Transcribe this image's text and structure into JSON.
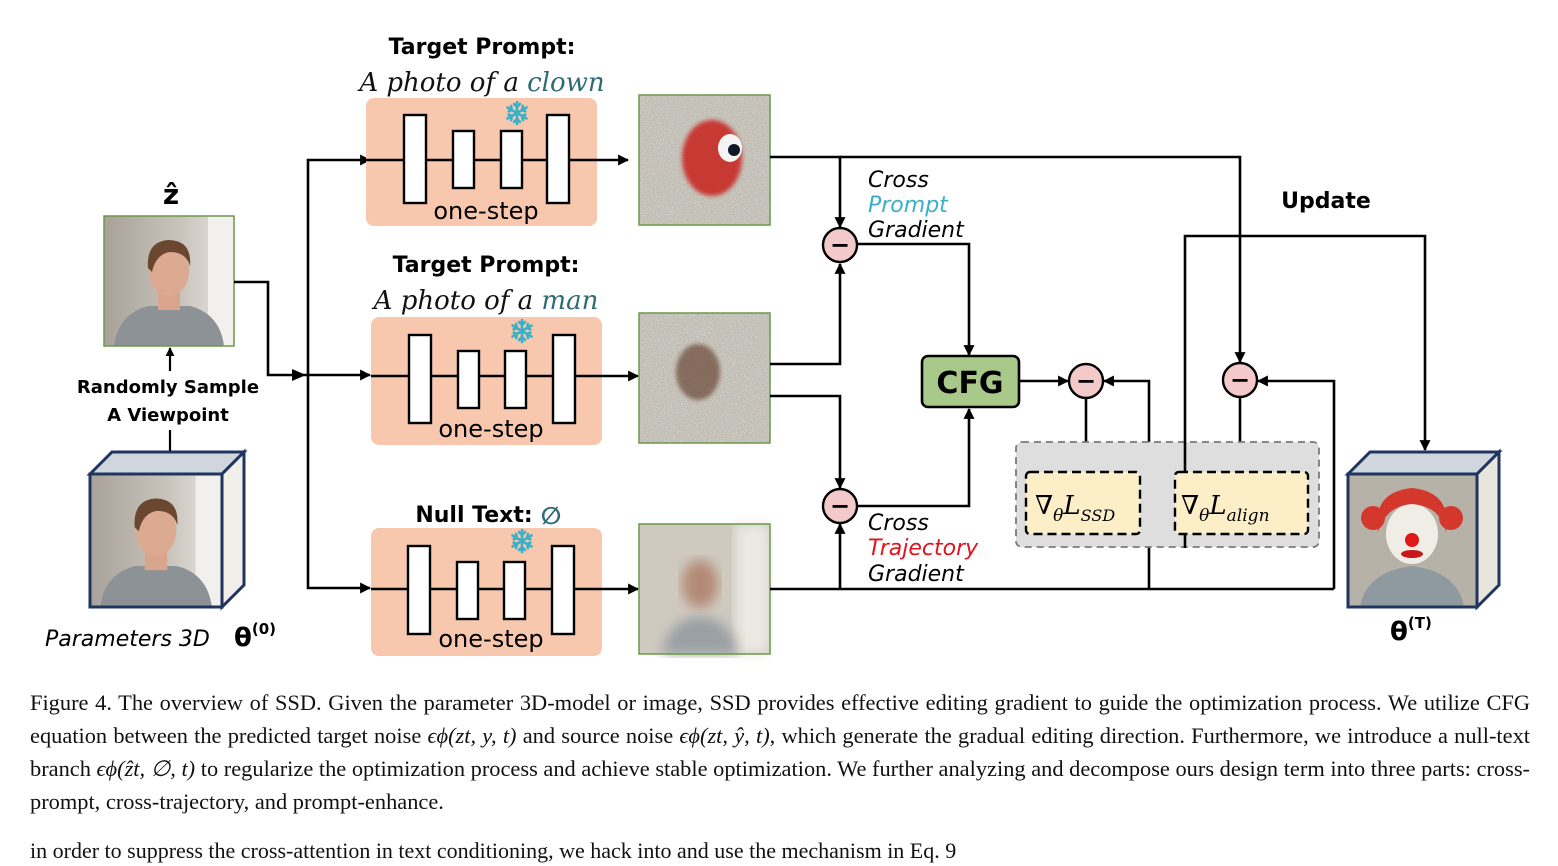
{
  "figure": {
    "branches": [
      {
        "heading": "Target Prompt:",
        "prompt_prefix": "A photo of a ",
        "prompt_word": "clown",
        "block_label": "one-step",
        "frozen_icon": "snowflake-icon"
      },
      {
        "heading": "Target Prompt:",
        "prompt_prefix": "A photo of a ",
        "prompt_word": "man",
        "block_label": "one-step",
        "frozen_icon": "snowflake-icon"
      },
      {
        "heading": "Null Text:",
        "prompt_word": "∅",
        "block_label": "one-step",
        "frozen_icon": "snowflake-icon"
      }
    ],
    "z_hat_label": "ẑ",
    "sample_label_line1": "Randomly Sample",
    "sample_label_line2": "A Viewpoint",
    "params_label": "Parameters 3D",
    "theta0_base": "θ",
    "theta0_sup": "(0)",
    "thetaT_base": "θ",
    "thetaT_sup": "(T)",
    "cross_prompt": {
      "line1": "Cross",
      "line2": "Prompt",
      "line3": "Gradient"
    },
    "cross_trajectory": {
      "line1": "Cross",
      "line2": "Trajectory",
      "line3": "Gradient"
    },
    "cfg_label": "CFG",
    "update_label": "Update",
    "loss_ssd": {
      "nabla": "∇",
      "theta": "θ",
      "L": "L",
      "sub": "SSD"
    },
    "loss_align": {
      "nabla": "∇",
      "theta": "θ",
      "L": "L",
      "sub": "align"
    },
    "minus_symbol": "−",
    "colors": {
      "prompt_word": "#2f6b73",
      "prompt_cyan": "#3ab0c8",
      "trajectory_red": "#e0141e",
      "unet_bg": "#f7c8ad",
      "cfg_bg": "#a9c98a",
      "loss_bg": "#fcefc8",
      "group_bg": "#dedede",
      "minus_fill": "#f4c9c9",
      "cube_edge": "#1f3560"
    }
  },
  "caption": {
    "p1": "Figure 4. The overview of SSD. Given the parameter 3D-model or image, SSD provides effective editing gradient to guide the optimization process. We utilize CFG equation between the predicted target noise ",
    "m1": "ϵϕ(zt, y, t)",
    "p2": " and source noise ",
    "m2": "ϵϕ(zt, ŷ, t)",
    "p3": ", which generate the gradual editing direction. Furthermore, we introduce a null-text branch ",
    "m3": "ϵϕ(ẑt, ∅, t)",
    "p4": " to regularize the optimization process and achieve stable optimization. We further analyzing and decompose ours design term into three parts: cross-prompt, cross-trajectory, and prompt-enhance."
  },
  "cutoff_line": "in order to suppress the cross-attention in text conditioning, we hack into and use the mechanism in Eq. 9"
}
